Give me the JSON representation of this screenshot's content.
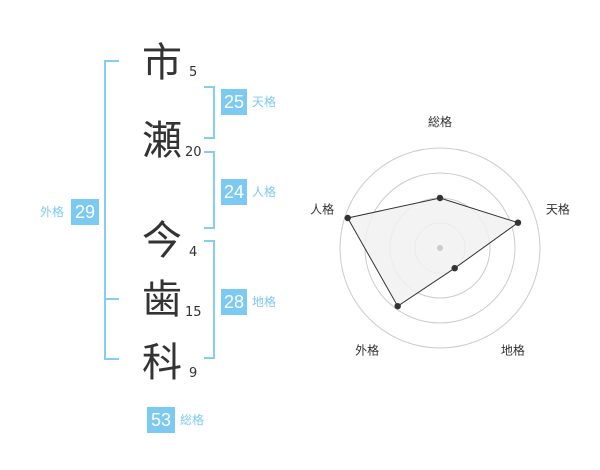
{
  "name": {
    "chars": [
      "市",
      "瀬",
      "今",
      "歯",
      "科"
    ],
    "strokes": [
      "5",
      "20",
      "4",
      "15",
      "9"
    ]
  },
  "fortune": {
    "tenkaku": {
      "value": "25",
      "label": "天格"
    },
    "jinkaku": {
      "value": "24",
      "label": "人格"
    },
    "chikaku": {
      "value": "28",
      "label": "地格"
    },
    "gaikaku": {
      "value": "29",
      "label": "外格"
    },
    "soukaku": {
      "value": "53",
      "label": "総格"
    }
  },
  "chart_data": {
    "type": "radar",
    "axes": [
      "総格",
      "天格",
      "地格",
      "外格",
      "人格"
    ],
    "values": [
      0.5,
      0.82,
      0.25,
      0.72,
      0.97
    ],
    "max": 1,
    "rings": 4,
    "colors": {
      "fill": "#f1f1f1",
      "stroke": "#333333",
      "grid": "#cccccc",
      "center": "#cccccc"
    }
  }
}
